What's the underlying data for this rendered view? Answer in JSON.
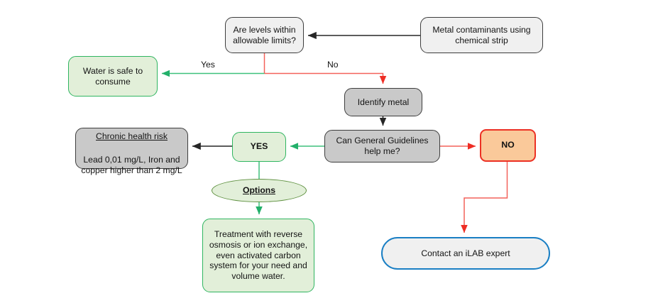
{
  "diagram": {
    "title": "Water testing decision flowchart",
    "colors": {
      "gray_light_fill": "#f0f0f0",
      "gray_dark_fill": "#c9c9c9",
      "green_fill": "#e2efd9",
      "green_border": "#2fb560",
      "orange_fill": "#fac99a",
      "red_border": "#ec3124",
      "blue_border": "#1a7fc4",
      "dark_border": "#3d3d3d",
      "red_edge": "#f4625a",
      "green_edge": "#3ec17c",
      "dark_edge": "#262626",
      "ellipse_border": "#5f9140"
    },
    "nodes": {
      "metal_contaminants": "Metal contaminants using\nchemical strip",
      "are_levels_within": "Are levels within\nallowable limits?",
      "water_is_safe": "Water is safe to\nconsume",
      "identify_metal": "Identify metal",
      "can_guidelines_help": "Can General Guidelines\nhelp me?",
      "yes_badge": "YES",
      "no_badge": "NO",
      "chronic_health_risk_title": "Chronic health risk",
      "chronic_health_risk_body": "Lead 0,01 mg/L, Iron and\ncopper higher than 2 mg/L",
      "options": "Options",
      "treatment": "Treatment with reverse\nosmosis or ion exchange,\neven activated carbon\nsystem for your need and\nvolume water.",
      "contact_ilab": "Contact an iLAB expert"
    },
    "edge_labels": {
      "yes": "Yes",
      "no": "No"
    }
  }
}
